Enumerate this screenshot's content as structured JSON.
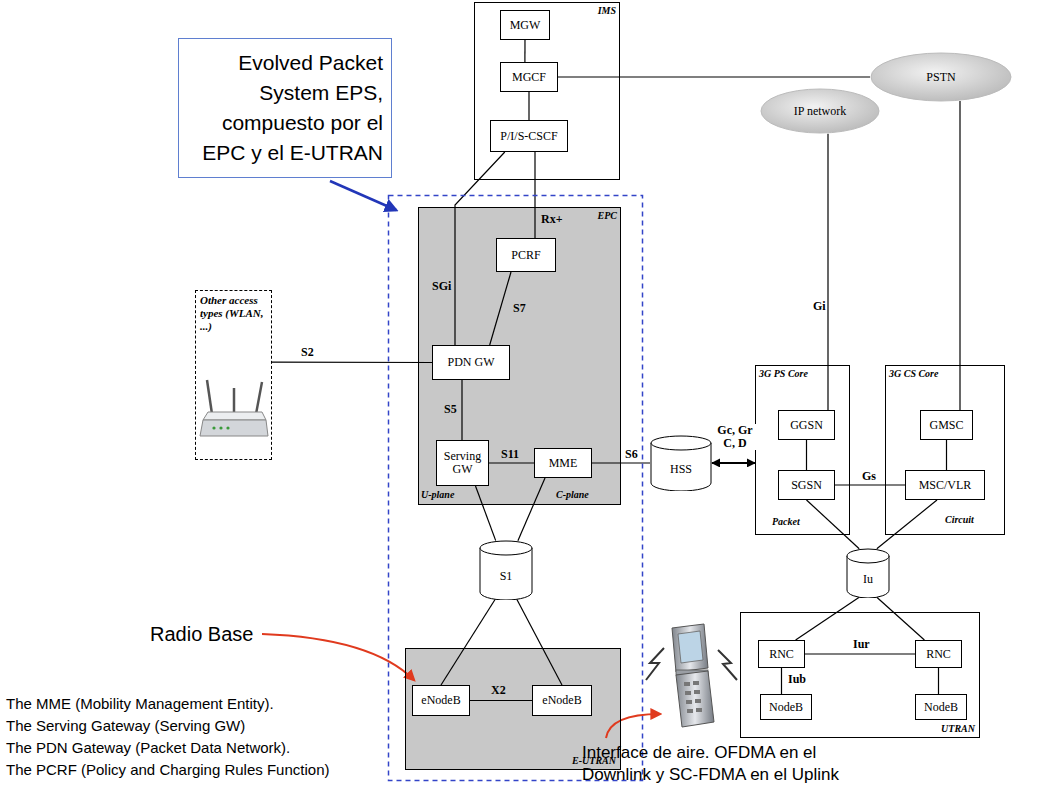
{
  "diagram": {
    "nodes": [
      {
        "text": [
          "IMS"
        ]
      },
      {
        "text": [
          "MGW"
        ],
        "in": 0
      },
      {
        "text": [
          "MGCF"
        ],
        "in": 0
      },
      {
        "text": [
          "P/I/S-CSCF"
        ],
        "in": 0
      },
      {
        "text": [
          "PSTN"
        ]
      },
      {
        "text": [
          "Evolved Packet System EPS, compuesto por el EPC y el E-UTRAN"
        ]
      },
      {
        "text": [
          "IP network"
        ]
      },
      {
        "text": [
          "EPC"
        ]
      },
      {
        "text": [
          "PCRF"
        ],
        "in": 7
      },
      {
        "text": [
          "PDN GW"
        ],
        "in": 7
      },
      {
        "text": [
          "Serving GW"
        ],
        "in": 7
      },
      {
        "text": [
          "MME"
        ],
        "in": 7
      },
      {
        "text": [
          "Other access types (WLAN, ...)"
        ]
      },
      {
        "text": [
          "HSS"
        ]
      },
      {
        "text": [
          "3G PS Core"
        ]
      },
      {
        "text": [
          "GGSN"
        ],
        "in": 14
      },
      {
        "text": [
          "SGSN"
        ],
        "in": 14
      },
      {
        "text": [
          "3G CS Core"
        ]
      },
      {
        "text": [
          "GMSC"
        ],
        "in": 17
      },
      {
        "text": [
          "MSC/VLR"
        ],
        "in": 17
      },
      {
        "text": [
          "S1"
        ]
      },
      {
        "text": [
          "Iu"
        ]
      },
      {
        "text": [
          "E-UTRAN"
        ]
      },
      {
        "text": [
          "eNodeB"
        ],
        "in": 22
      },
      {
        "text": [
          "eNodeB"
        ],
        "in": 22
      },
      {
        "text": [
          "UTRAN"
        ]
      },
      {
        "text": [
          "RNC"
        ],
        "in": 25
      },
      {
        "text": [
          "RNC"
        ],
        "in": 25
      },
      {
        "text": [
          "NodeB"
        ],
        "in": 25
      },
      {
        "text": [
          "NodeB"
        ],
        "in": 25
      }
    ],
    "edges": [
      {
        "from": 1,
        "to": 2,
        "arrow": "none"
      },
      {
        "from": 2,
        "to": 3,
        "arrow": "none"
      },
      {
        "from": 2,
        "to": 4,
        "arrow": "none"
      },
      {
        "from": 9,
        "to": 3,
        "label": "SGi",
        "arrow": "none"
      },
      {
        "from": 3,
        "to": 8,
        "label": "Rx+",
        "arrow": "none"
      },
      {
        "from": 8,
        "to": 9,
        "label": "S7",
        "arrow": "none"
      },
      {
        "from": 9,
        "to": 12,
        "label": "S2",
        "arrow": "none"
      },
      {
        "from": 9,
        "to": 10,
        "label": "S5",
        "arrow": "none"
      },
      {
        "from": 10,
        "to": 11,
        "label": "S11",
        "arrow": "none"
      },
      {
        "from": 11,
        "to": 13,
        "label": "S6",
        "arrow": "none"
      },
      {
        "from": 13,
        "to": 14,
        "label": "Gc, Gr C, D",
        "arrow": "both"
      },
      {
        "from": 10,
        "to": 20,
        "arrow": "none"
      },
      {
        "from": 11,
        "to": 20,
        "arrow": "none"
      },
      {
        "from": 20,
        "to": 23,
        "arrow": "none"
      },
      {
        "from": 20,
        "to": 24,
        "arrow": "none"
      },
      {
        "from": 23,
        "to": 24,
        "label": "X2",
        "arrow": "none"
      },
      {
        "from": 6,
        "to": 15,
        "label": "Gi",
        "arrow": "none"
      },
      {
        "from": 4,
        "to": 18,
        "arrow": "none"
      },
      {
        "from": 15,
        "to": 16,
        "arrow": "none"
      },
      {
        "from": 18,
        "to": 19,
        "arrow": "none"
      },
      {
        "from": 16,
        "to": 19,
        "label": "Gs",
        "arrow": "none"
      },
      {
        "from": 16,
        "to": 21,
        "arrow": "none"
      },
      {
        "from": 19,
        "to": 21,
        "arrow": "none"
      },
      {
        "from": 21,
        "to": 26,
        "arrow": "none"
      },
      {
        "from": 21,
        "to": 27,
        "arrow": "none"
      },
      {
        "from": 26,
        "to": 27,
        "label": "Iur",
        "arrow": "none"
      },
      {
        "from": 26,
        "to": 28,
        "label": "Iub",
        "arrow": "none"
      },
      {
        "from": 27,
        "to": 29,
        "arrow": "none"
      }
    ],
    "labels": [
      "U-plane",
      "C-plane",
      "Packet",
      "Circuit",
      "Radio Base",
      "The MME (Mobility Management Entity).",
      "The Serving Gateway (Serving GW)",
      "The PDN Gateway (Packet Data Network).",
      "The PCRF (Policy and Charging Rules Function)",
      "Interface de aire. OFDMA en el Downlink y SC-FDMA en el Uplink"
    ]
  }
}
